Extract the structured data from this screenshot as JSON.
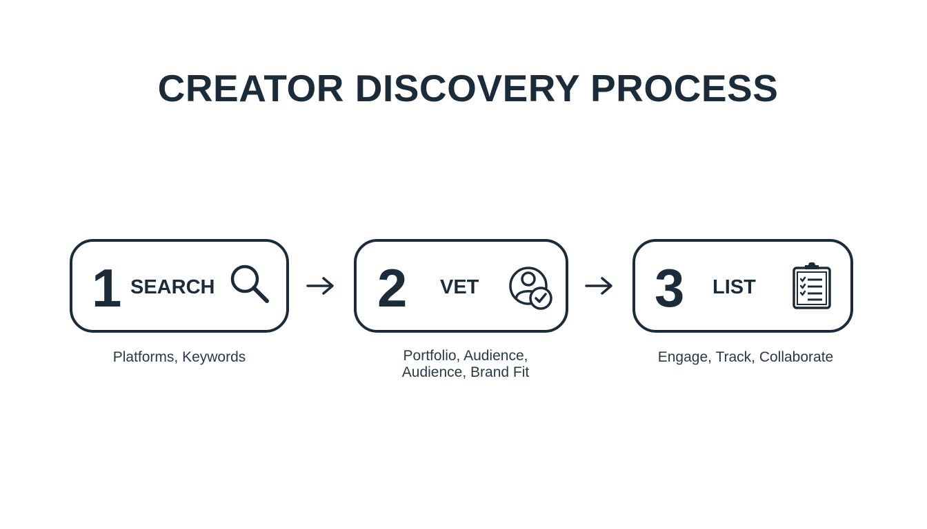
{
  "title": "CREATOR DISCOVERY PROCESS",
  "steps": [
    {
      "number": "1",
      "label": "SEARCH",
      "icon": "magnifier-icon",
      "description": [
        "Platforms, Keywords"
      ]
    },
    {
      "number": "2",
      "label": "VET",
      "icon": "person-check-icon",
      "description": [
        "Portfolio, Audience,",
        "Audience, Brand Fit"
      ]
    },
    {
      "number": "3",
      "label": "LIST",
      "icon": "clipboard-checklist-icon",
      "description": [
        "Engage, Track, Collaborate"
      ]
    }
  ],
  "colors": {
    "ink": "#1c2b3a",
    "background": "#ffffff"
  }
}
